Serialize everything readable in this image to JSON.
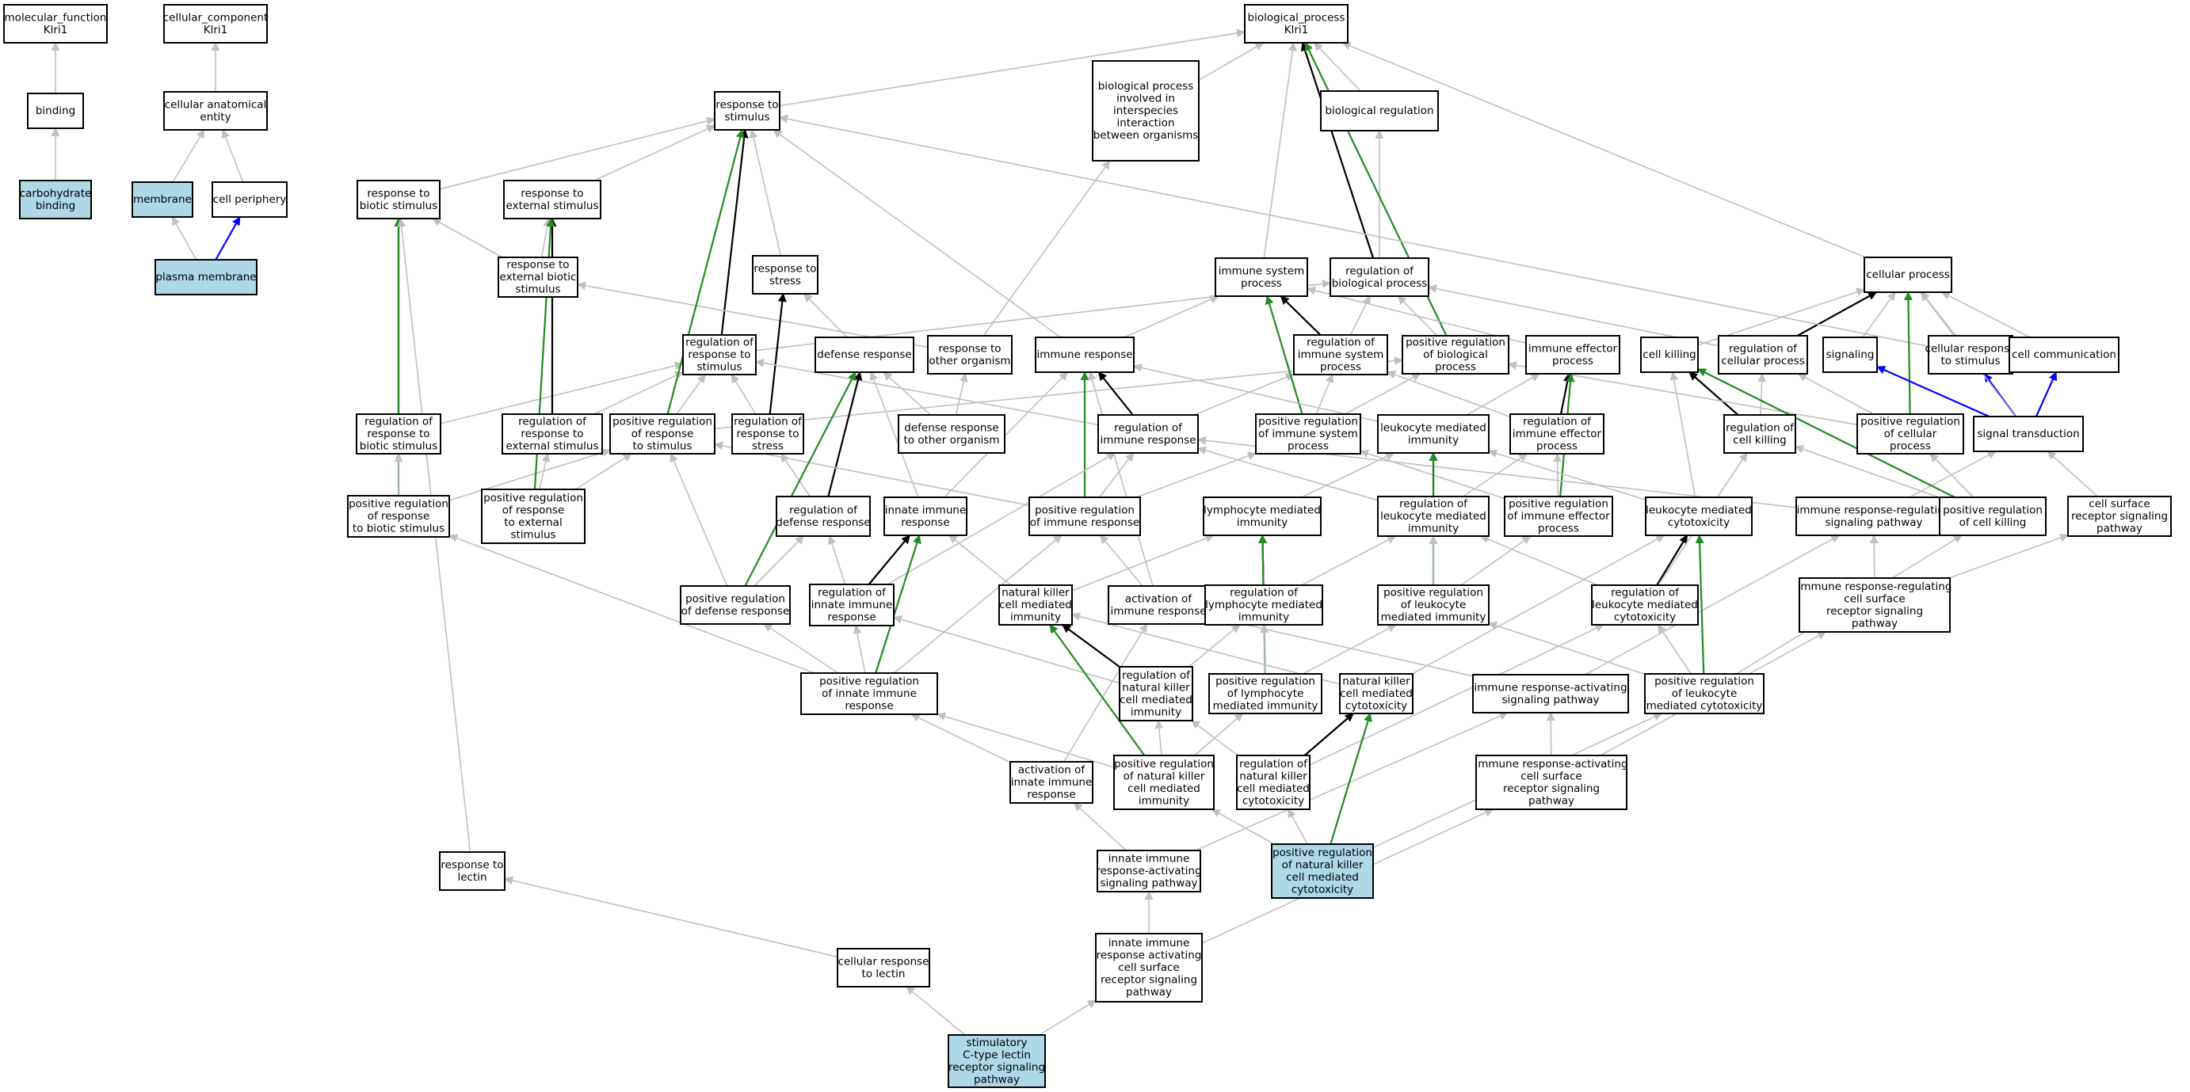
{
  "colors": {
    "background": "#ffffff",
    "node_fill": "#ffffff",
    "highlight_fill": "#add8e6",
    "edge_is_a": "#c0c0c0",
    "edge_regulates": "#000000",
    "edge_positively_regulates": "#228b22",
    "edge_part_of": "#0000ff"
  },
  "nodes": [
    {
      "id": "mf",
      "lines": [
        "molecular_function",
        "Klri1"
      ]
    },
    {
      "id": "cc",
      "lines": [
        "cellular_component",
        "Klri1"
      ]
    },
    {
      "id": "bp",
      "lines": [
        "biological_process",
        "Klri1"
      ]
    },
    {
      "id": "binding",
      "lines": [
        "binding"
      ]
    },
    {
      "id": "carb",
      "lines": [
        "carbohydrate",
        "binding"
      ],
      "highlight": true
    },
    {
      "id": "cae",
      "lines": [
        "cellular anatomical",
        "entity"
      ]
    },
    {
      "id": "membrane",
      "lines": [
        "membrane"
      ],
      "highlight": true
    },
    {
      "id": "cellperiph",
      "lines": [
        "cell periphery"
      ]
    },
    {
      "id": "plasmamem",
      "lines": [
        "plasma membrane"
      ],
      "highlight": true
    },
    {
      "id": "rts",
      "lines": [
        "response to",
        "stimulus"
      ]
    },
    {
      "id": "bpinter",
      "lines": [
        "biological process",
        "involved in",
        "interspecies",
        "interaction",
        "between organisms"
      ]
    },
    {
      "id": "bioreg",
      "lines": [
        "biological regulation"
      ]
    },
    {
      "id": "rtbs",
      "lines": [
        "response to",
        "biotic stimulus"
      ]
    },
    {
      "id": "rtes",
      "lines": [
        "response to",
        "external stimulus"
      ]
    },
    {
      "id": "rtebs",
      "lines": [
        "response to",
        "external biotic",
        "stimulus"
      ]
    },
    {
      "id": "rtstress",
      "lines": [
        "response to",
        "stress"
      ]
    },
    {
      "id": "isp",
      "lines": [
        "immune system",
        "process"
      ]
    },
    {
      "id": "regbp",
      "lines": [
        "regulation of",
        "biological process"
      ]
    },
    {
      "id": "cellproc",
      "lines": [
        "cellular process"
      ]
    },
    {
      "id": "regrts",
      "lines": [
        "regulation of",
        "response to",
        "stimulus"
      ]
    },
    {
      "id": "defresp",
      "lines": [
        "defense response"
      ]
    },
    {
      "id": "rtoo",
      "lines": [
        "response to",
        "other organism"
      ]
    },
    {
      "id": "immresp",
      "lines": [
        "immune response"
      ]
    },
    {
      "id": "regisp",
      "lines": [
        "regulation of",
        "immune system",
        "process"
      ]
    },
    {
      "id": "posregbp",
      "lines": [
        "positive regulation",
        "of biological",
        "process"
      ]
    },
    {
      "id": "ieproc",
      "lines": [
        "immune effector",
        "process"
      ]
    },
    {
      "id": "cellkill",
      "lines": [
        "cell killing"
      ]
    },
    {
      "id": "regcp",
      "lines": [
        "regulation of",
        "cellular process"
      ]
    },
    {
      "id": "signaling",
      "lines": [
        "signaling"
      ]
    },
    {
      "id": "crts",
      "lines": [
        "cellular response",
        "to stimulus"
      ]
    },
    {
      "id": "cellcomm",
      "lines": [
        "cell communication"
      ]
    },
    {
      "id": "regrtbs",
      "lines": [
        "regulation of",
        "response to",
        "biotic stimulus"
      ]
    },
    {
      "id": "regrtes",
      "lines": [
        "regulation of",
        "response to",
        "external stimulus"
      ]
    },
    {
      "id": "posregrts",
      "lines": [
        "positive regulation",
        "of response",
        "to stimulus"
      ]
    },
    {
      "id": "regrtstress",
      "lines": [
        "regulation of",
        "response to",
        "stress"
      ]
    },
    {
      "id": "dftoo",
      "lines": [
        "defense response",
        "to other organism"
      ]
    },
    {
      "id": "regir",
      "lines": [
        "regulation of",
        "immune response"
      ]
    },
    {
      "id": "posregisp",
      "lines": [
        "positive regulation",
        "of immune system",
        "process"
      ]
    },
    {
      "id": "lmi",
      "lines": [
        "leukocyte mediated",
        "immunity"
      ]
    },
    {
      "id": "regiep",
      "lines": [
        "regulation of",
        "immune effector",
        "process"
      ]
    },
    {
      "id": "regck",
      "lines": [
        "regulation of",
        "cell killing"
      ]
    },
    {
      "id": "posregcp",
      "lines": [
        "positive regulation",
        "of cellular",
        "process"
      ]
    },
    {
      "id": "sigtrans",
      "lines": [
        "signal transduction"
      ]
    },
    {
      "id": "posregrtbs",
      "lines": [
        "positive regulation",
        "of response",
        "to biotic stimulus"
      ]
    },
    {
      "id": "posregrtes",
      "lines": [
        "positive regulation",
        "of response",
        "to external",
        "stimulus"
      ]
    },
    {
      "id": "regdr",
      "lines": [
        "regulation of",
        "defense response"
      ]
    },
    {
      "id": "innate",
      "lines": [
        "innate immune",
        "response"
      ]
    },
    {
      "id": "posregir",
      "lines": [
        "positive regulation",
        "of immune response"
      ]
    },
    {
      "id": "lymi",
      "lines": [
        "lymphocyte mediated",
        "immunity"
      ]
    },
    {
      "id": "reglmi",
      "lines": [
        "regulation of",
        "leukocyte mediated",
        "immunity"
      ]
    },
    {
      "id": "posregiep",
      "lines": [
        "positive regulation",
        "of immune effector",
        "process"
      ]
    },
    {
      "id": "lmc",
      "lines": [
        "leukocyte mediated",
        "cytotoxicity"
      ]
    },
    {
      "id": "irrsp",
      "lines": [
        "immune response-regulating",
        "signaling pathway"
      ]
    },
    {
      "id": "posregck",
      "lines": [
        "positive regulation",
        "of cell killing"
      ]
    },
    {
      "id": "csrsp",
      "lines": [
        "cell surface",
        "receptor signaling",
        "pathway"
      ]
    },
    {
      "id": "posregdr",
      "lines": [
        "positive regulation",
        "of defense response"
      ]
    },
    {
      "id": "reginnate",
      "lines": [
        "regulation of",
        "innate immune",
        "response"
      ]
    },
    {
      "id": "nkmi",
      "lines": [
        "natural killer",
        "cell mediated",
        "immunity"
      ]
    },
    {
      "id": "actir",
      "lines": [
        "activation of",
        "immune response"
      ]
    },
    {
      "id": "reglymi",
      "lines": [
        "regulation of",
        "lymphocyte mediated",
        "immunity"
      ]
    },
    {
      "id": "posreglmi",
      "lines": [
        "positive regulation",
        "of leukocyte",
        "mediated immunity"
      ]
    },
    {
      "id": "reglmc",
      "lines": [
        "regulation of",
        "leukocyte mediated",
        "cytotoxicity"
      ]
    },
    {
      "id": "irrcsrsp",
      "lines": [
        "immune response-regulating",
        "cell surface",
        "receptor signaling",
        "pathway"
      ]
    },
    {
      "id": "posreginnate",
      "lines": [
        "positive regulation",
        "of innate immune",
        "response"
      ]
    },
    {
      "id": "regnkmi",
      "lines": [
        "regulation of",
        "natural killer",
        "cell mediated",
        "immunity"
      ]
    },
    {
      "id": "posreglymi",
      "lines": [
        "positive regulation",
        "of lymphocyte",
        "mediated immunity"
      ]
    },
    {
      "id": "nkmc",
      "lines": [
        "natural killer",
        "cell mediated",
        "cytotoxicity"
      ]
    },
    {
      "id": "irasp",
      "lines": [
        "immune response-activating",
        "signaling pathway"
      ]
    },
    {
      "id": "posreglmc",
      "lines": [
        "positive regulation",
        "of leukocyte",
        "mediated cytotoxicity"
      ]
    },
    {
      "id": "actinnate",
      "lines": [
        "activation of",
        "innate immune",
        "response"
      ]
    },
    {
      "id": "posregnkmi",
      "lines": [
        "positive regulation",
        "of natural killer",
        "cell mediated",
        "immunity"
      ]
    },
    {
      "id": "regnkmc",
      "lines": [
        "regulation of",
        "natural killer",
        "cell mediated",
        "cytotoxicity"
      ]
    },
    {
      "id": "iracsrsp",
      "lines": [
        "immune response-activating",
        "cell surface",
        "receptor signaling",
        "pathway"
      ]
    },
    {
      "id": "rtlectin",
      "lines": [
        "response to",
        "lectin"
      ]
    },
    {
      "id": "iiraspath",
      "lines": [
        "innate immune",
        "response-activating",
        "signaling pathway"
      ]
    },
    {
      "id": "posregnkmc",
      "lines": [
        "positive regulation",
        "of natural killer",
        "cell mediated",
        "cytotoxicity"
      ],
      "highlight": true
    },
    {
      "id": "crtlectin",
      "lines": [
        "cellular response",
        "to lectin"
      ]
    },
    {
      "id": "iiracsrsp",
      "lines": [
        "innate immune",
        "response activating",
        "cell surface",
        "receptor signaling",
        "pathway"
      ]
    },
    {
      "id": "stimctl",
      "lines": [
        "stimulatory",
        "C-type lectin",
        "receptor signaling",
        "pathway"
      ],
      "highlight": true
    }
  ],
  "edges": [
    [
      "binding",
      "mf",
      "is_a"
    ],
    [
      "carb",
      "binding",
      "is_a"
    ],
    [
      "cae",
      "cc",
      "is_a"
    ],
    [
      "membrane",
      "cae",
      "is_a"
    ],
    [
      "cellperiph",
      "cae",
      "is_a"
    ],
    [
      "plasmamem",
      "membrane",
      "is_a"
    ],
    [
      "plasmamem",
      "cellperiph",
      "part_of"
    ],
    [
      "rts",
      "bp",
      "is_a"
    ],
    [
      "bpinter",
      "bp",
      "is_a"
    ],
    [
      "bioreg",
      "bp",
      "is_a"
    ],
    [
      "isp",
      "bp",
      "is_a"
    ],
    [
      "regbp",
      "bp",
      "regulates"
    ],
    [
      "regbp",
      "bioreg",
      "is_a"
    ],
    [
      "cellproc",
      "bp",
      "is_a"
    ],
    [
      "posregbp",
      "bp",
      "positively_regulates"
    ],
    [
      "rtbs",
      "rts",
      "is_a"
    ],
    [
      "rtes",
      "rts",
      "is_a"
    ],
    [
      "rtebs",
      "rtbs",
      "is_a"
    ],
    [
      "rtebs",
      "rtes",
      "is_a"
    ],
    [
      "rtstress",
      "rts",
      "is_a"
    ],
    [
      "immresp",
      "rts",
      "is_a"
    ],
    [
      "immresp",
      "isp",
      "is_a"
    ],
    [
      "regrts",
      "rts",
      "regulates"
    ],
    [
      "regrts",
      "regbp",
      "is_a"
    ],
    [
      "defresp",
      "rtstress",
      "is_a"
    ],
    [
      "rtoo",
      "rtebs",
      "is_a"
    ],
    [
      "rtoo",
      "bpinter",
      "is_a"
    ],
    [
      "regisp",
      "isp",
      "regulates"
    ],
    [
      "regisp",
      "regbp",
      "is_a"
    ],
    [
      "posregbp",
      "regbp",
      "is_a"
    ],
    [
      "ieproc",
      "isp",
      "is_a"
    ],
    [
      "cellkill",
      "cellproc",
      "is_a"
    ],
    [
      "regcp",
      "cellproc",
      "regulates"
    ],
    [
      "regcp",
      "regbp",
      "is_a"
    ],
    [
      "signaling",
      "cellproc",
      "is_a"
    ],
    [
      "crts",
      "cellproc",
      "is_a"
    ],
    [
      "crts",
      "rts",
      "is_a"
    ],
    [
      "cellcomm",
      "cellproc",
      "is_a"
    ],
    [
      "regrtbs",
      "rtbs",
      "regulates"
    ],
    [
      "regrtbs",
      "regrts",
      "is_a"
    ],
    [
      "regrtes",
      "rtes",
      "regulates"
    ],
    [
      "regrtes",
      "regrts",
      "is_a"
    ],
    [
      "posregrts",
      "rts",
      "positively_regulates"
    ],
    [
      "posregrts",
      "regrts",
      "is_a"
    ],
    [
      "posregrts",
      "posregbp",
      "is_a"
    ],
    [
      "regrtstress",
      "rtstress",
      "regulates"
    ],
    [
      "regrtstress",
      "regrts",
      "is_a"
    ],
    [
      "dftoo",
      "defresp",
      "is_a"
    ],
    [
      "dftoo",
      "rtoo",
      "is_a"
    ],
    [
      "regir",
      "immresp",
      "regulates"
    ],
    [
      "regir",
      "regisp",
      "is_a"
    ],
    [
      "regir",
      "regrts",
      "is_a"
    ],
    [
      "posregisp",
      "isp",
      "positively_regulates"
    ],
    [
      "posregisp",
      "regisp",
      "is_a"
    ],
    [
      "posregisp",
      "posregbp",
      "is_a"
    ],
    [
      "lmi",
      "ieproc",
      "is_a"
    ],
    [
      "lmi",
      "immresp",
      "is_a"
    ],
    [
      "regiep",
      "ieproc",
      "regulates"
    ],
    [
      "regiep",
      "regisp",
      "is_a"
    ],
    [
      "regck",
      "cellkill",
      "regulates"
    ],
    [
      "regck",
      "regcp",
      "is_a"
    ],
    [
      "posregcp",
      "cellproc",
      "positively_regulates"
    ],
    [
      "posregcp",
      "regcp",
      "is_a"
    ],
    [
      "posregcp",
      "posregbp",
      "is_a"
    ],
    [
      "sigtrans",
      "signaling",
      "part_of"
    ],
    [
      "sigtrans",
      "crts",
      "part_of"
    ],
    [
      "sigtrans",
      "cellcomm",
      "part_of"
    ],
    [
      "sigtrans",
      "cellproc",
      "is_a"
    ],
    [
      "posregrtbs",
      "rtbs",
      "positively_regulates"
    ],
    [
      "posregrtbs",
      "regrtbs",
      "is_a"
    ],
    [
      "posregrtbs",
      "posregrts",
      "is_a"
    ],
    [
      "posregrtes",
      "rtes",
      "positively_regulates"
    ],
    [
      "posregrtes",
      "regrtes",
      "is_a"
    ],
    [
      "posregrtes",
      "posregrts",
      "is_a"
    ],
    [
      "regdr",
      "defresp",
      "regulates"
    ],
    [
      "regdr",
      "regrtstress",
      "is_a"
    ],
    [
      "innate",
      "defresp",
      "is_a"
    ],
    [
      "innate",
      "immresp",
      "is_a"
    ],
    [
      "posregir",
      "immresp",
      "positively_regulates"
    ],
    [
      "posregir",
      "regir",
      "is_a"
    ],
    [
      "posregir",
      "posregisp",
      "is_a"
    ],
    [
      "posregir",
      "posregrts",
      "is_a"
    ],
    [
      "lymi",
      "lmi",
      "is_a"
    ],
    [
      "reglmi",
      "lmi",
      "regulates"
    ],
    [
      "reglmi",
      "regiep",
      "is_a"
    ],
    [
      "reglmi",
      "regir",
      "is_a"
    ],
    [
      "posregiep",
      "ieproc",
      "positively_regulates"
    ],
    [
      "posregiep",
      "regiep",
      "is_a"
    ],
    [
      "posregiep",
      "posregisp",
      "is_a"
    ],
    [
      "lmc",
      "cellkill",
      "is_a"
    ],
    [
      "lmc",
      "lmi",
      "is_a"
    ],
    [
      "irrsp",
      "sigtrans",
      "is_a"
    ],
    [
      "irrsp",
      "regir",
      "is_a"
    ],
    [
      "posregck",
      "cellkill",
      "positively_regulates"
    ],
    [
      "posregck",
      "regck",
      "is_a"
    ],
    [
      "posregck",
      "posregcp",
      "is_a"
    ],
    [
      "csrsp",
      "sigtrans",
      "is_a"
    ],
    [
      "posregdr",
      "defresp",
      "positively_regulates"
    ],
    [
      "posregdr",
      "regdr",
      "is_a"
    ],
    [
      "posregdr",
      "posregrts",
      "is_a"
    ],
    [
      "reginnate",
      "innate",
      "regulates"
    ],
    [
      "reginnate",
      "regdr",
      "is_a"
    ],
    [
      "reginnate",
      "regir",
      "is_a"
    ],
    [
      "nkmi",
      "lymi",
      "is_a"
    ],
    [
      "nkmi",
      "innate",
      "is_a"
    ],
    [
      "actir",
      "immresp",
      "is_a"
    ],
    [
      "actir",
      "posregir",
      "is_a"
    ],
    [
      "reglymi",
      "lymi",
      "regulates"
    ],
    [
      "reglymi",
      "reglmi",
      "is_a"
    ],
    [
      "posreglmi",
      "lmi",
      "positively_regulates"
    ],
    [
      "posreglmi",
      "reglmi",
      "is_a"
    ],
    [
      "posreglmi",
      "posregiep",
      "is_a"
    ],
    [
      "reglmc",
      "lmc",
      "regulates"
    ],
    [
      "reglmc",
      "reglmi",
      "is_a"
    ],
    [
      "reglmc",
      "regck",
      "is_a"
    ],
    [
      "irrcsrsp",
      "irrsp",
      "is_a"
    ],
    [
      "irrcsrsp",
      "csrsp",
      "is_a"
    ],
    [
      "posreginnate",
      "innate",
      "positively_regulates"
    ],
    [
      "posreginnate",
      "reginnate",
      "is_a"
    ],
    [
      "posreginnate",
      "posregir",
      "is_a"
    ],
    [
      "posreginnate",
      "posregdr",
      "is_a"
    ],
    [
      "posreginnate",
      "posregrtbs",
      "is_a"
    ],
    [
      "regnkmi",
      "nkmi",
      "regulates"
    ],
    [
      "regnkmi",
      "reglymi",
      "is_a"
    ],
    [
      "regnkmi",
      "reginnate",
      "is_a"
    ],
    [
      "posreglymi",
      "lymi",
      "positively_regulates"
    ],
    [
      "posreglymi",
      "reglymi",
      "is_a"
    ],
    [
      "posreglymi",
      "posreglmi",
      "is_a"
    ],
    [
      "nkmc",
      "nkmi",
      "is_a"
    ],
    [
      "nkmc",
      "lmc",
      "is_a"
    ],
    [
      "irasp",
      "irrsp",
      "is_a"
    ],
    [
      "irasp",
      "actir",
      "is_a"
    ],
    [
      "posreglmc",
      "lmc",
      "positively_regulates"
    ],
    [
      "posreglmc",
      "reglmc",
      "is_a"
    ],
    [
      "posreglmc",
      "posreglmi",
      "is_a"
    ],
    [
      "posreglmc",
      "posregck",
      "is_a"
    ],
    [
      "actinnate",
      "actir",
      "is_a"
    ],
    [
      "actinnate",
      "posreginnate",
      "is_a"
    ],
    [
      "posregnkmi",
      "nkmi",
      "positively_regulates"
    ],
    [
      "posregnkmi",
      "regnkmi",
      "is_a"
    ],
    [
      "posregnkmi",
      "posreglymi",
      "is_a"
    ],
    [
      "posregnkmi",
      "posreginnate",
      "is_a"
    ],
    [
      "regnkmc",
      "nkmc",
      "regulates"
    ],
    [
      "regnkmc",
      "regnkmi",
      "is_a"
    ],
    [
      "regnkmc",
      "reglmc",
      "is_a"
    ],
    [
      "iracsrsp",
      "irasp",
      "is_a"
    ],
    [
      "iracsrsp",
      "irrcsrsp",
      "is_a"
    ],
    [
      "rtlectin",
      "rtbs",
      "is_a"
    ],
    [
      "iiraspath",
      "actinnate",
      "is_a"
    ],
    [
      "iiraspath",
      "irasp",
      "is_a"
    ],
    [
      "posregnkmc",
      "nkmc",
      "positively_regulates"
    ],
    [
      "posregnkmc",
      "regnkmc",
      "is_a"
    ],
    [
      "posregnkmc",
      "posregnkmi",
      "is_a"
    ],
    [
      "posregnkmc",
      "posreglmc",
      "is_a"
    ],
    [
      "crtlectin",
      "rtlectin",
      "is_a"
    ],
    [
      "iiracsrsp",
      "iiraspath",
      "is_a"
    ],
    [
      "iiracsrsp",
      "iracsrsp",
      "is_a"
    ],
    [
      "stimctl",
      "crtlectin",
      "is_a"
    ],
    [
      "stimctl",
      "iiracsrsp",
      "is_a"
    ]
  ]
}
